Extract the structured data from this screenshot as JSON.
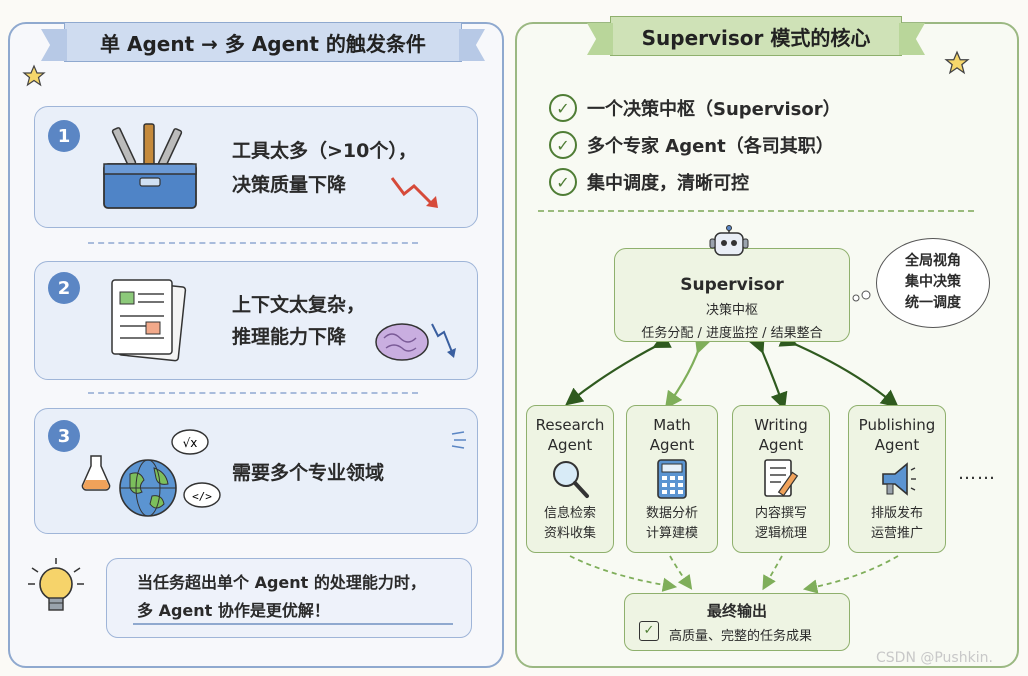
{
  "left": {
    "title": "单 Agent → 多 Agent 的触发条件",
    "cards": [
      {
        "num": "1",
        "line1": "工具太多（>10个），",
        "line2": "决策质量下降"
      },
      {
        "num": "2",
        "line1": "上下文太复杂，",
        "line2": "推理能力下降"
      },
      {
        "num": "3",
        "line1": "需要多个专业领域",
        "line2": ""
      }
    ],
    "tip": {
      "line1": "当任务超出单个 Agent 的处理能力时，",
      "line2": "多 Agent 协作是更优解！"
    }
  },
  "right": {
    "title": "Supervisor 模式的核心",
    "checks": [
      "一个决策中枢（Supervisor）",
      "多个专家 Agent（各司其职）",
      "集中调度，清晰可控"
    ],
    "supervisor": {
      "title": "Supervisor",
      "line1": "决策中枢",
      "line2": "任务分配 / 进度监控 / 结果整合"
    },
    "cloud": {
      "line1": "全局视角",
      "line2": "集中决策",
      "line3": "统一调度"
    },
    "agents": [
      {
        "name1": "Research",
        "name2": "Agent",
        "desc1": "信息检索",
        "desc2": "资料收集",
        "icon": "magnifier-icon"
      },
      {
        "name1": "Math",
        "name2": "Agent",
        "desc1": "数据分析",
        "desc2": "计算建模",
        "icon": "calculator-icon"
      },
      {
        "name1": "Writing",
        "name2": "Agent",
        "desc1": "内容撰写",
        "desc2": "逻辑梳理",
        "icon": "document-pen-icon"
      },
      {
        "name1": "Publishing",
        "name2": "Agent",
        "desc1": "排版发布",
        "desc2": "运营推广",
        "icon": "megaphone-icon"
      }
    ],
    "more": "……",
    "final": {
      "title": "最终输出",
      "sub": "高质量、完整的任务成果",
      "check": "✓"
    }
  },
  "watermark": "CSDN @Pushkin.",
  "colors": {
    "blue": "#5b86c4",
    "green": "#4f7d35",
    "arrow_dark": "#2f5a1f",
    "arrow_light": "#7fae5a"
  }
}
